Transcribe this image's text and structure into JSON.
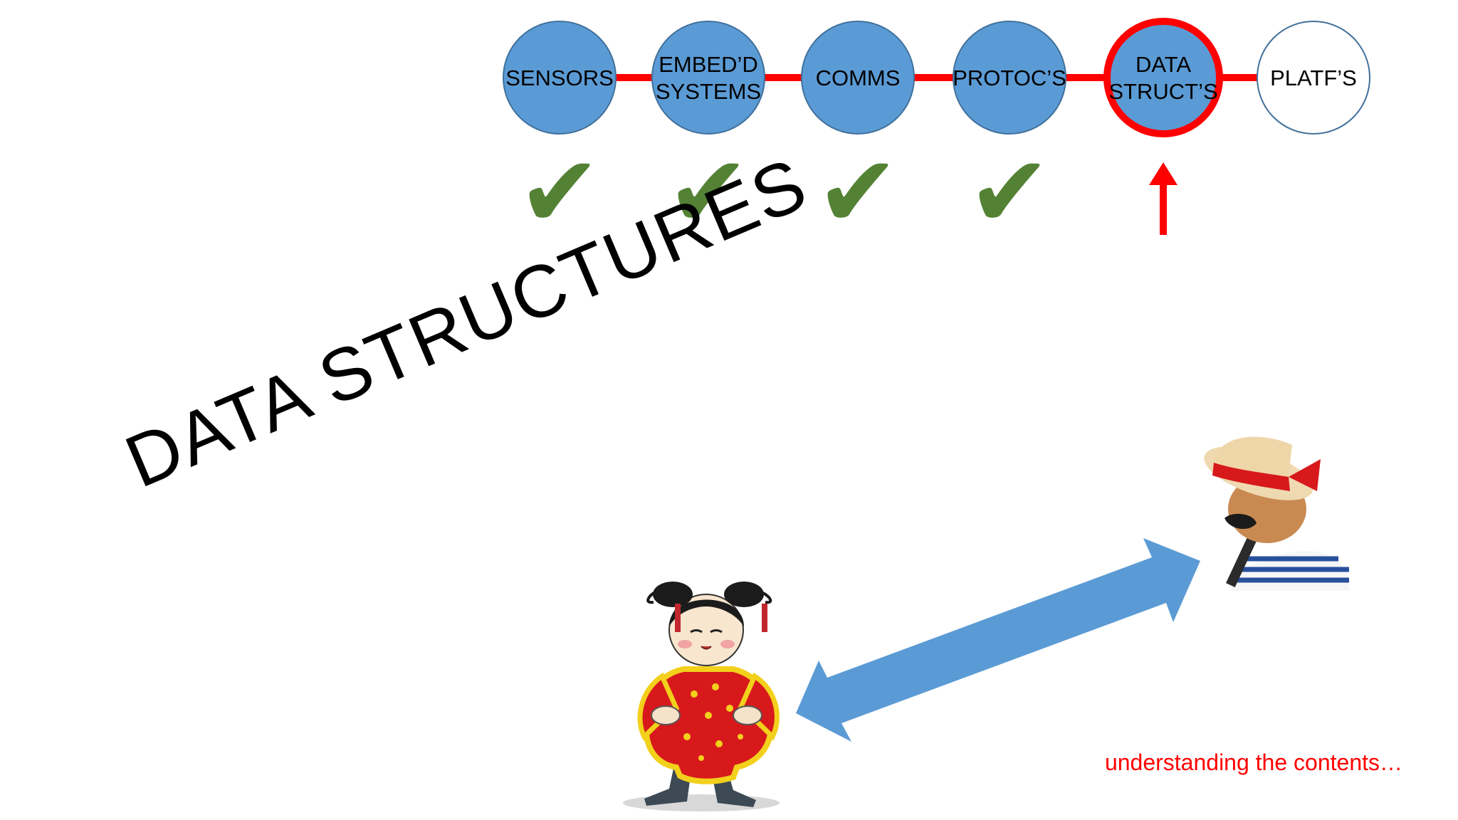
{
  "pipeline": {
    "stages": [
      {
        "lines": [
          "SENSORS"
        ],
        "done": true
      },
      {
        "lines": [
          "EMBED’D",
          "SYSTEMS"
        ],
        "done": true
      },
      {
        "lines": [
          "COMMS"
        ],
        "done": true
      },
      {
        "lines": [
          "PROTOC’S"
        ],
        "done": true
      },
      {
        "lines": [
          "DATA",
          "STRUCT’S"
        ],
        "done": false,
        "current": true
      },
      {
        "lines": [
          "PLATF’S"
        ],
        "done": false
      }
    ],
    "colors": {
      "done_fill": "#5b9bd5",
      "connector": "#ff0000",
      "highlight_ring": "#ff0000",
      "check": "#548235",
      "pending_fill": "#ffffff"
    }
  },
  "heading": "DATA STRUCTURES",
  "caption": "understanding the contents…",
  "illustration": {
    "left_figure": "girl-in-red-dress",
    "right_figure": "gondolier-with-hat",
    "arrow_color": "#5b9bd5",
    "arrow_type": "double-headed"
  }
}
